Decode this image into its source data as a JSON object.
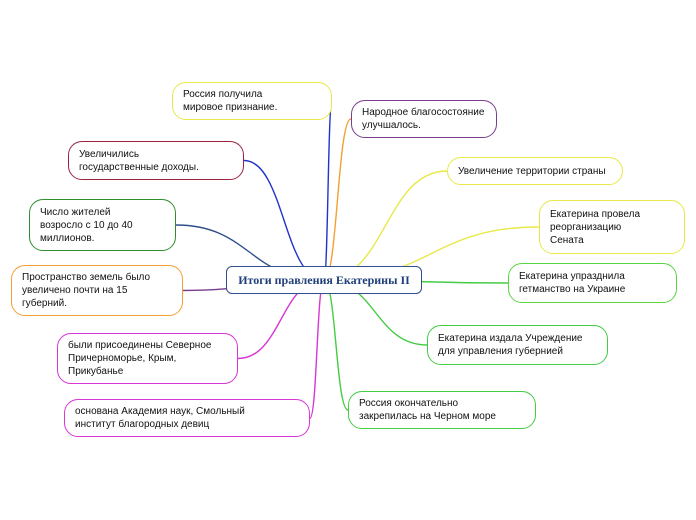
{
  "center": {
    "title": "Итоги правления Екатерины II"
  },
  "colors": {
    "yellow": "#e8e84a",
    "purple": "#7a3e8e",
    "darkred": "#9a2440",
    "green": "#2e8f2e",
    "orange": "#f2a033",
    "magenta": "#d637d6",
    "blue": "#2233cc",
    "lime": "#5ad443",
    "lightgreen": "#44cc44",
    "cyan": "#2bb0b8",
    "navy": "#2f4e8c"
  },
  "nodes": [
    {
      "id": "n1",
      "text": "Россия получила\nмировое признание.",
      "color": "yellow"
    },
    {
      "id": "n2",
      "text": "Народное благосостояние\nулучшалось.",
      "color": "purple"
    },
    {
      "id": "n3",
      "text": "Увеличились\nгосударственные доходы.",
      "color": "darkred"
    },
    {
      "id": "n4",
      "text": "Увеличение территории страны",
      "color": "yellow"
    },
    {
      "id": "n5",
      "text": "Число жителей\nвозросло с 10 до 40\nмиллионов.",
      "color": "green"
    },
    {
      "id": "n6",
      "text": "Екатерина провела\nреорганизацию\nСената",
      "color": "yellow"
    },
    {
      "id": "n7",
      "text": "Пространство земель было\nувеличено почти на 15\nгуберний.",
      "color": "orange"
    },
    {
      "id": "n8",
      "text": "Екатерина упразднила\nгетманство на Украине",
      "color": "lime"
    },
    {
      "id": "n9",
      "text": "были присоединены Северное\nПричерноморье, Крым,\nПрикубанье",
      "color": "magenta"
    },
    {
      "id": "n10",
      "text": "Екатерина издала Учреждение\nдля управления губернией",
      "color": "lightgreen"
    },
    {
      "id": "n11",
      "text": "основана Академия наук, Смольный\nинститут благородных девиц",
      "color": "magenta"
    },
    {
      "id": "n12",
      "text": "Россия окончательно\nзакрепилась на Черном море",
      "color": "lightgreen"
    }
  ],
  "edges": [
    {
      "to": "n1",
      "color": "blue"
    },
    {
      "to": "n2",
      "color": "orange"
    },
    {
      "to": "n3",
      "color": "blue"
    },
    {
      "to": "n4",
      "color": "yellow"
    },
    {
      "to": "n5",
      "color": "navy"
    },
    {
      "to": "n6",
      "color": "yellow"
    },
    {
      "to": "n7",
      "color": "purple"
    },
    {
      "to": "n8",
      "color": "lightgreen"
    },
    {
      "to": "n9",
      "color": "magenta"
    },
    {
      "to": "n10",
      "color": "lightgreen"
    },
    {
      "to": "n11",
      "color": "magenta"
    },
    {
      "to": "n12",
      "color": "lightgreen"
    }
  ]
}
